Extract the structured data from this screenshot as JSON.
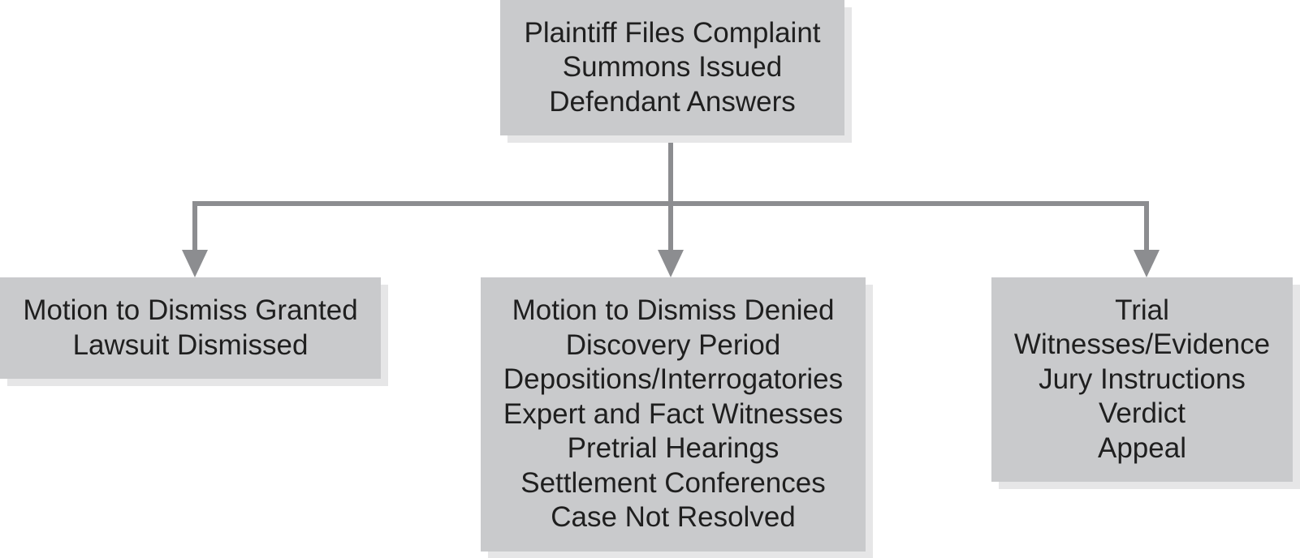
{
  "diagram": {
    "nodes": {
      "top": {
        "lines": [
          "Plaintiff Files Complaint",
          "Summons Issued",
          "Defendant Answers"
        ]
      },
      "left": {
        "lines": [
          "Motion to Dismiss Granted",
          "Lawsuit Dismissed"
        ]
      },
      "center": {
        "lines": [
          "Motion to Dismiss Denied",
          "Discovery Period",
          "Depositions/Interrogatories",
          "Expert and Fact Witnesses",
          "Pretrial Hearings",
          "Settlement Conferences",
          "Case Not Resolved"
        ]
      },
      "right": {
        "lines": [
          "Trial",
          "Witnesses/Evidence",
          "Jury Instructions",
          "Verdict",
          "Appeal"
        ]
      }
    },
    "edges": [
      {
        "from": "top",
        "to": "left"
      },
      {
        "from": "top",
        "to": "center"
      },
      {
        "from": "top",
        "to": "right"
      }
    ],
    "colors": {
      "box_fill": "#c9cacc",
      "box_shadow": "#e6e6e7",
      "connector": "#8c8d90",
      "text": "#1f1f1f"
    }
  }
}
